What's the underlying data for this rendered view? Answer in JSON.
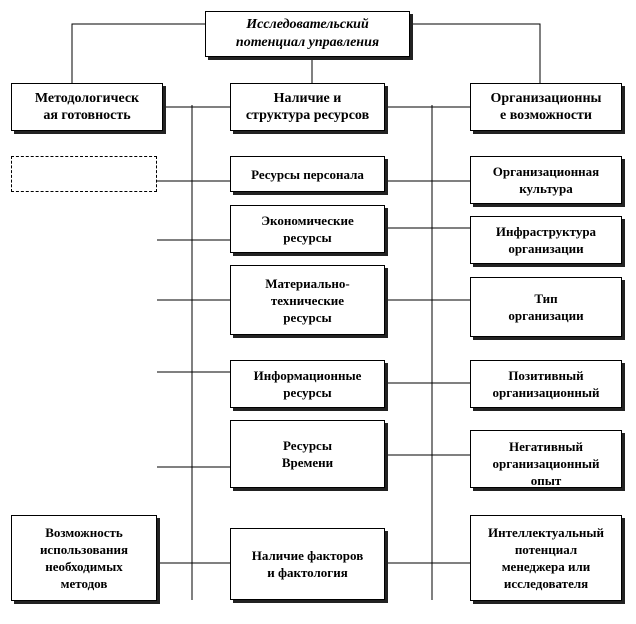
{
  "title": "Исследовательский\nпотенциал управления",
  "columns": {
    "left": {
      "header": "Методологическ\nая готовность",
      "items": [
        "",
        "Возможность\nиспользования\nнеобходимых\nметодов"
      ]
    },
    "middle": {
      "header": "Наличие и\nструктура ресурсов",
      "items": [
        "Ресурсы персонала",
        "Экономические\nресурсы",
        "Материально-\nтехнические\nресурсы",
        "Информационные\nресурсы",
        "Ресурсы\nВремени",
        "Наличие факторов\nи фактология"
      ]
    },
    "right": {
      "header": "Организационны\nе возможности",
      "items": [
        "Организационная\nкультура",
        "Инфраструктура\nорганизации",
        "Тип\nорганизации",
        "Позитивный\nорганизационный",
        "Негативный\nорганизационный\nопыт",
        "Интеллектуальный\nпотенциал\nменеджера или\nисследователя"
      ]
    }
  }
}
